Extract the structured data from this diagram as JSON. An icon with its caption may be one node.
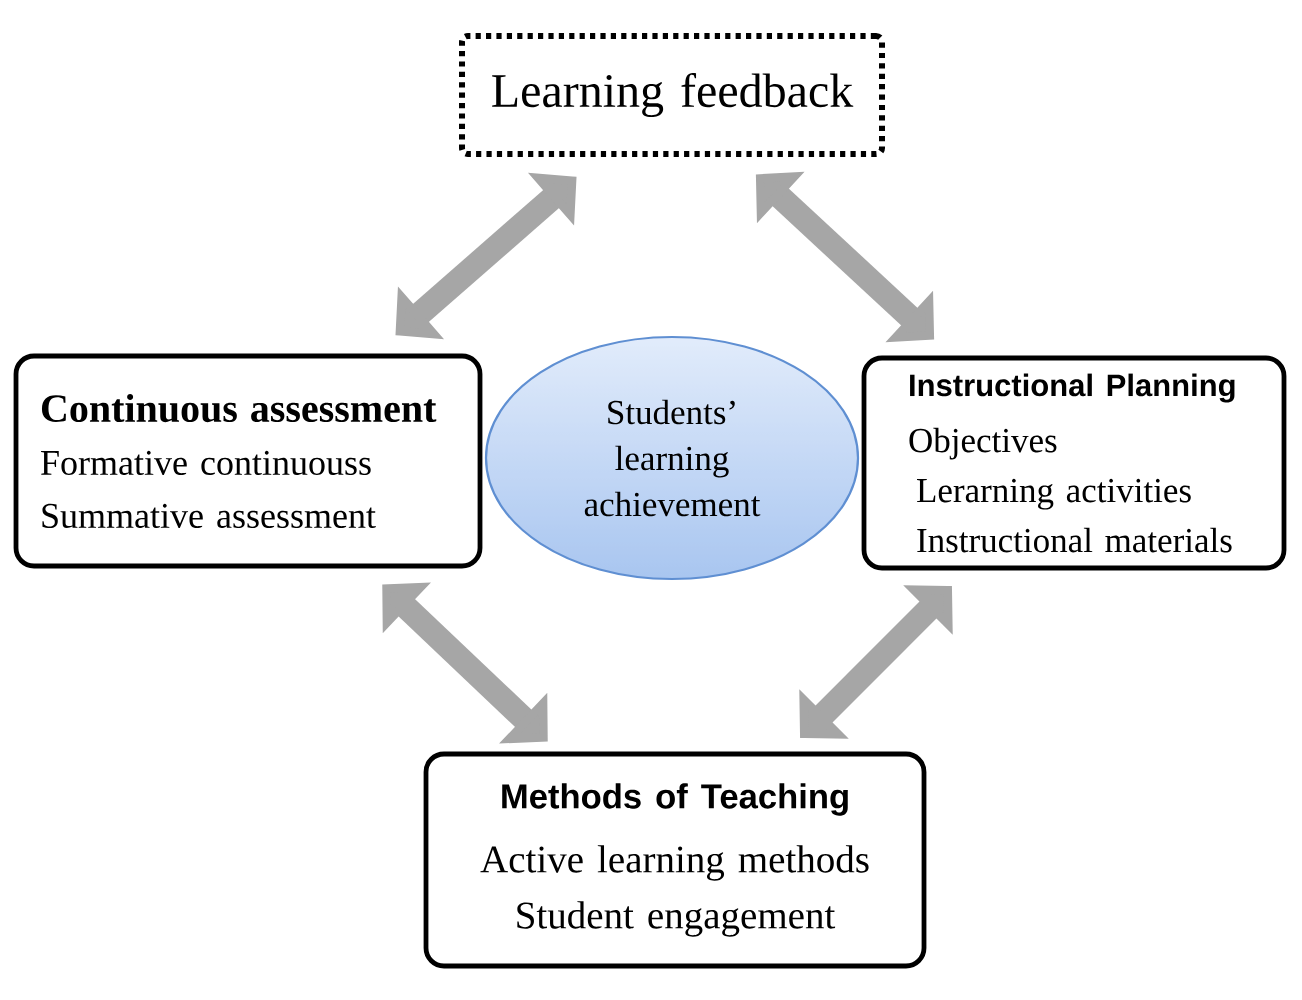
{
  "diagram": {
    "nodes": [
      {
        "text": [
          "Learning feedback"
        ]
      },
      {
        "text": [
          "Continuous assessment",
          "Formative continuouss",
          "Summative assessment"
        ]
      },
      {
        "text": [
          "Students’ learning achievement"
        ]
      },
      {
        "text": [
          "Instructional Planning",
          "Objectives",
          "Lerarning activities",
          "Instructional materials"
        ]
      },
      {
        "text": [
          "Methods of Teaching",
          "Active learning methods",
          "Student engagement"
        ]
      }
    ],
    "edges": [
      {
        "from": 0,
        "to": 1,
        "arrow": "both"
      },
      {
        "from": 0,
        "to": 3,
        "arrow": "both"
      },
      {
        "from": 1,
        "to": 4,
        "arrow": "both"
      },
      {
        "from": 3,
        "to": 4,
        "arrow": "both"
      }
    ]
  }
}
